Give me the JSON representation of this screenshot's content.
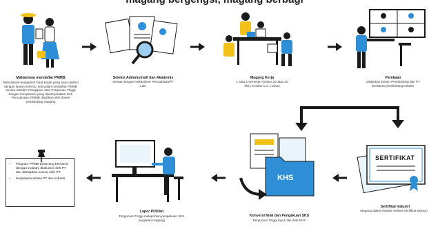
{
  "banner": {
    "text": "magang bergengsi, magang berbagi"
  },
  "colors": {
    "blue": "#2f8fd6",
    "dark": "#1a1a1a",
    "yellow": "#f2c21a"
  },
  "steps": [
    {
      "title": "Mahasiswa mendaftar PMMB",
      "text": "Mahasiswa mengambil mata kuliah yang akan diakhiri dengan luaran tertentu, kemudian mendaftar PMMB secara mandiri; Pengajuan atau Perguruan Tinggi dengan kompetensi yang dipersyaratkan oleh Perusahaan; PMMB disahkan oleh dosen pembimbing magang"
    },
    {
      "title": "Seleksi Administratif dan Akademis",
      "text": "Sesuai dengan mekanisme Perusahaan/PT Lain"
    },
    {
      "title": "Magang Kerja",
      "text": "1 atau 2 semester (setara 20 atau 40 sks), 6 bulan s.d. 1 tahun"
    },
    {
      "title": "Penilaian",
      "text": "Dilakukan Dosen Pembimbing dari PT bersama pembimbing industri"
    },
    {
      "title": "Sertifikat Industri",
      "text": "Magang diakui industri melalui Sertifikat Industri"
    },
    {
      "title": "Konversi Nilai dan Pengakuan SKS",
      "text": "Perguruan Tinggi input nilai data KHS"
    },
    {
      "title": "Lapor PDDikti",
      "text": "Perguruan Tinggi melaporkan pengakuan SKS (kegiatan magang)"
    }
  ],
  "labels": {
    "sertifikat": "SERTIFIKAT",
    "khs": "KHS"
  },
  "note": {
    "items": [
      "Program PPMB dirancang bersama dengan industri, diakuisisi oleh PT dan ditetapkan sesuai oleh PT.",
      "Kerjasama antara PT dan industri."
    ]
  }
}
